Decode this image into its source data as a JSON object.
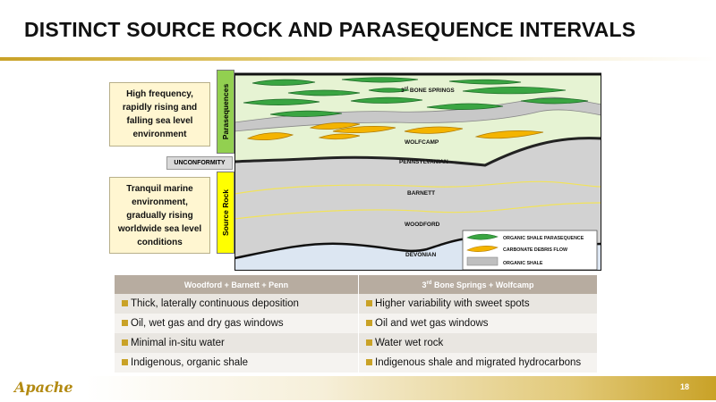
{
  "slide": {
    "title": "DISTINCT SOURCE ROCK AND PARASEQUENCE INTERVALS",
    "page_number": "18",
    "logo_text": "Apache",
    "accent_color": "#c9a227"
  },
  "callouts": {
    "upper": "High frequency, rapidly rising and falling sea level environment",
    "lower": "Tranquil marine environment, gradually rising worldwide sea level conditions",
    "unconformity": "UNCONFORMITY"
  },
  "side_labels": {
    "parasequences": "Parasequences",
    "source_rock": "Source Rock",
    "parasequences_color": "#92d050",
    "source_rock_color": "#ffff00"
  },
  "formations": {
    "bone_springs_main": "3",
    "bone_springs_sup": "rd",
    "bone_springs_rest": " BONE SPRINGS",
    "wolfcamp": "WOLFCAMP",
    "pennsylvanian": "PENNSYLVANIAN",
    "barnett": "BARNETT",
    "woodford": "WOODFORD",
    "devonian": "DEVONIAN"
  },
  "legend": [
    {
      "label": "ORGANIC SHALE PARASEQUENCE",
      "color": "#3aa542",
      "icon": "green-lens-icon"
    },
    {
      "label": "CARBONATE DEBRIS FLOW",
      "color": "#f4b400",
      "icon": "orange-lens-icon"
    },
    {
      "label": "ORGANIC SHALE",
      "color": "#bfbfbf",
      "icon": "gray-block-icon"
    }
  ],
  "table": {
    "headers": {
      "left": "Woodford + Barnett + Penn",
      "right_main": "3",
      "right_sup": "rd",
      "right_rest": " Bone Springs + Wolfcamp"
    },
    "rows": [
      {
        "left": "Thick, laterally continuous deposition",
        "right": "Higher variability with sweet spots"
      },
      {
        "left": "Oil, wet gas and dry gas windows",
        "right": "Oil and wet gas windows"
      },
      {
        "left": "Minimal in-situ water",
        "right": "Water wet rock"
      },
      {
        "left": "Indigenous, organic shale",
        "right": "Indigenous shale and migrated hydrocarbons"
      }
    ]
  }
}
